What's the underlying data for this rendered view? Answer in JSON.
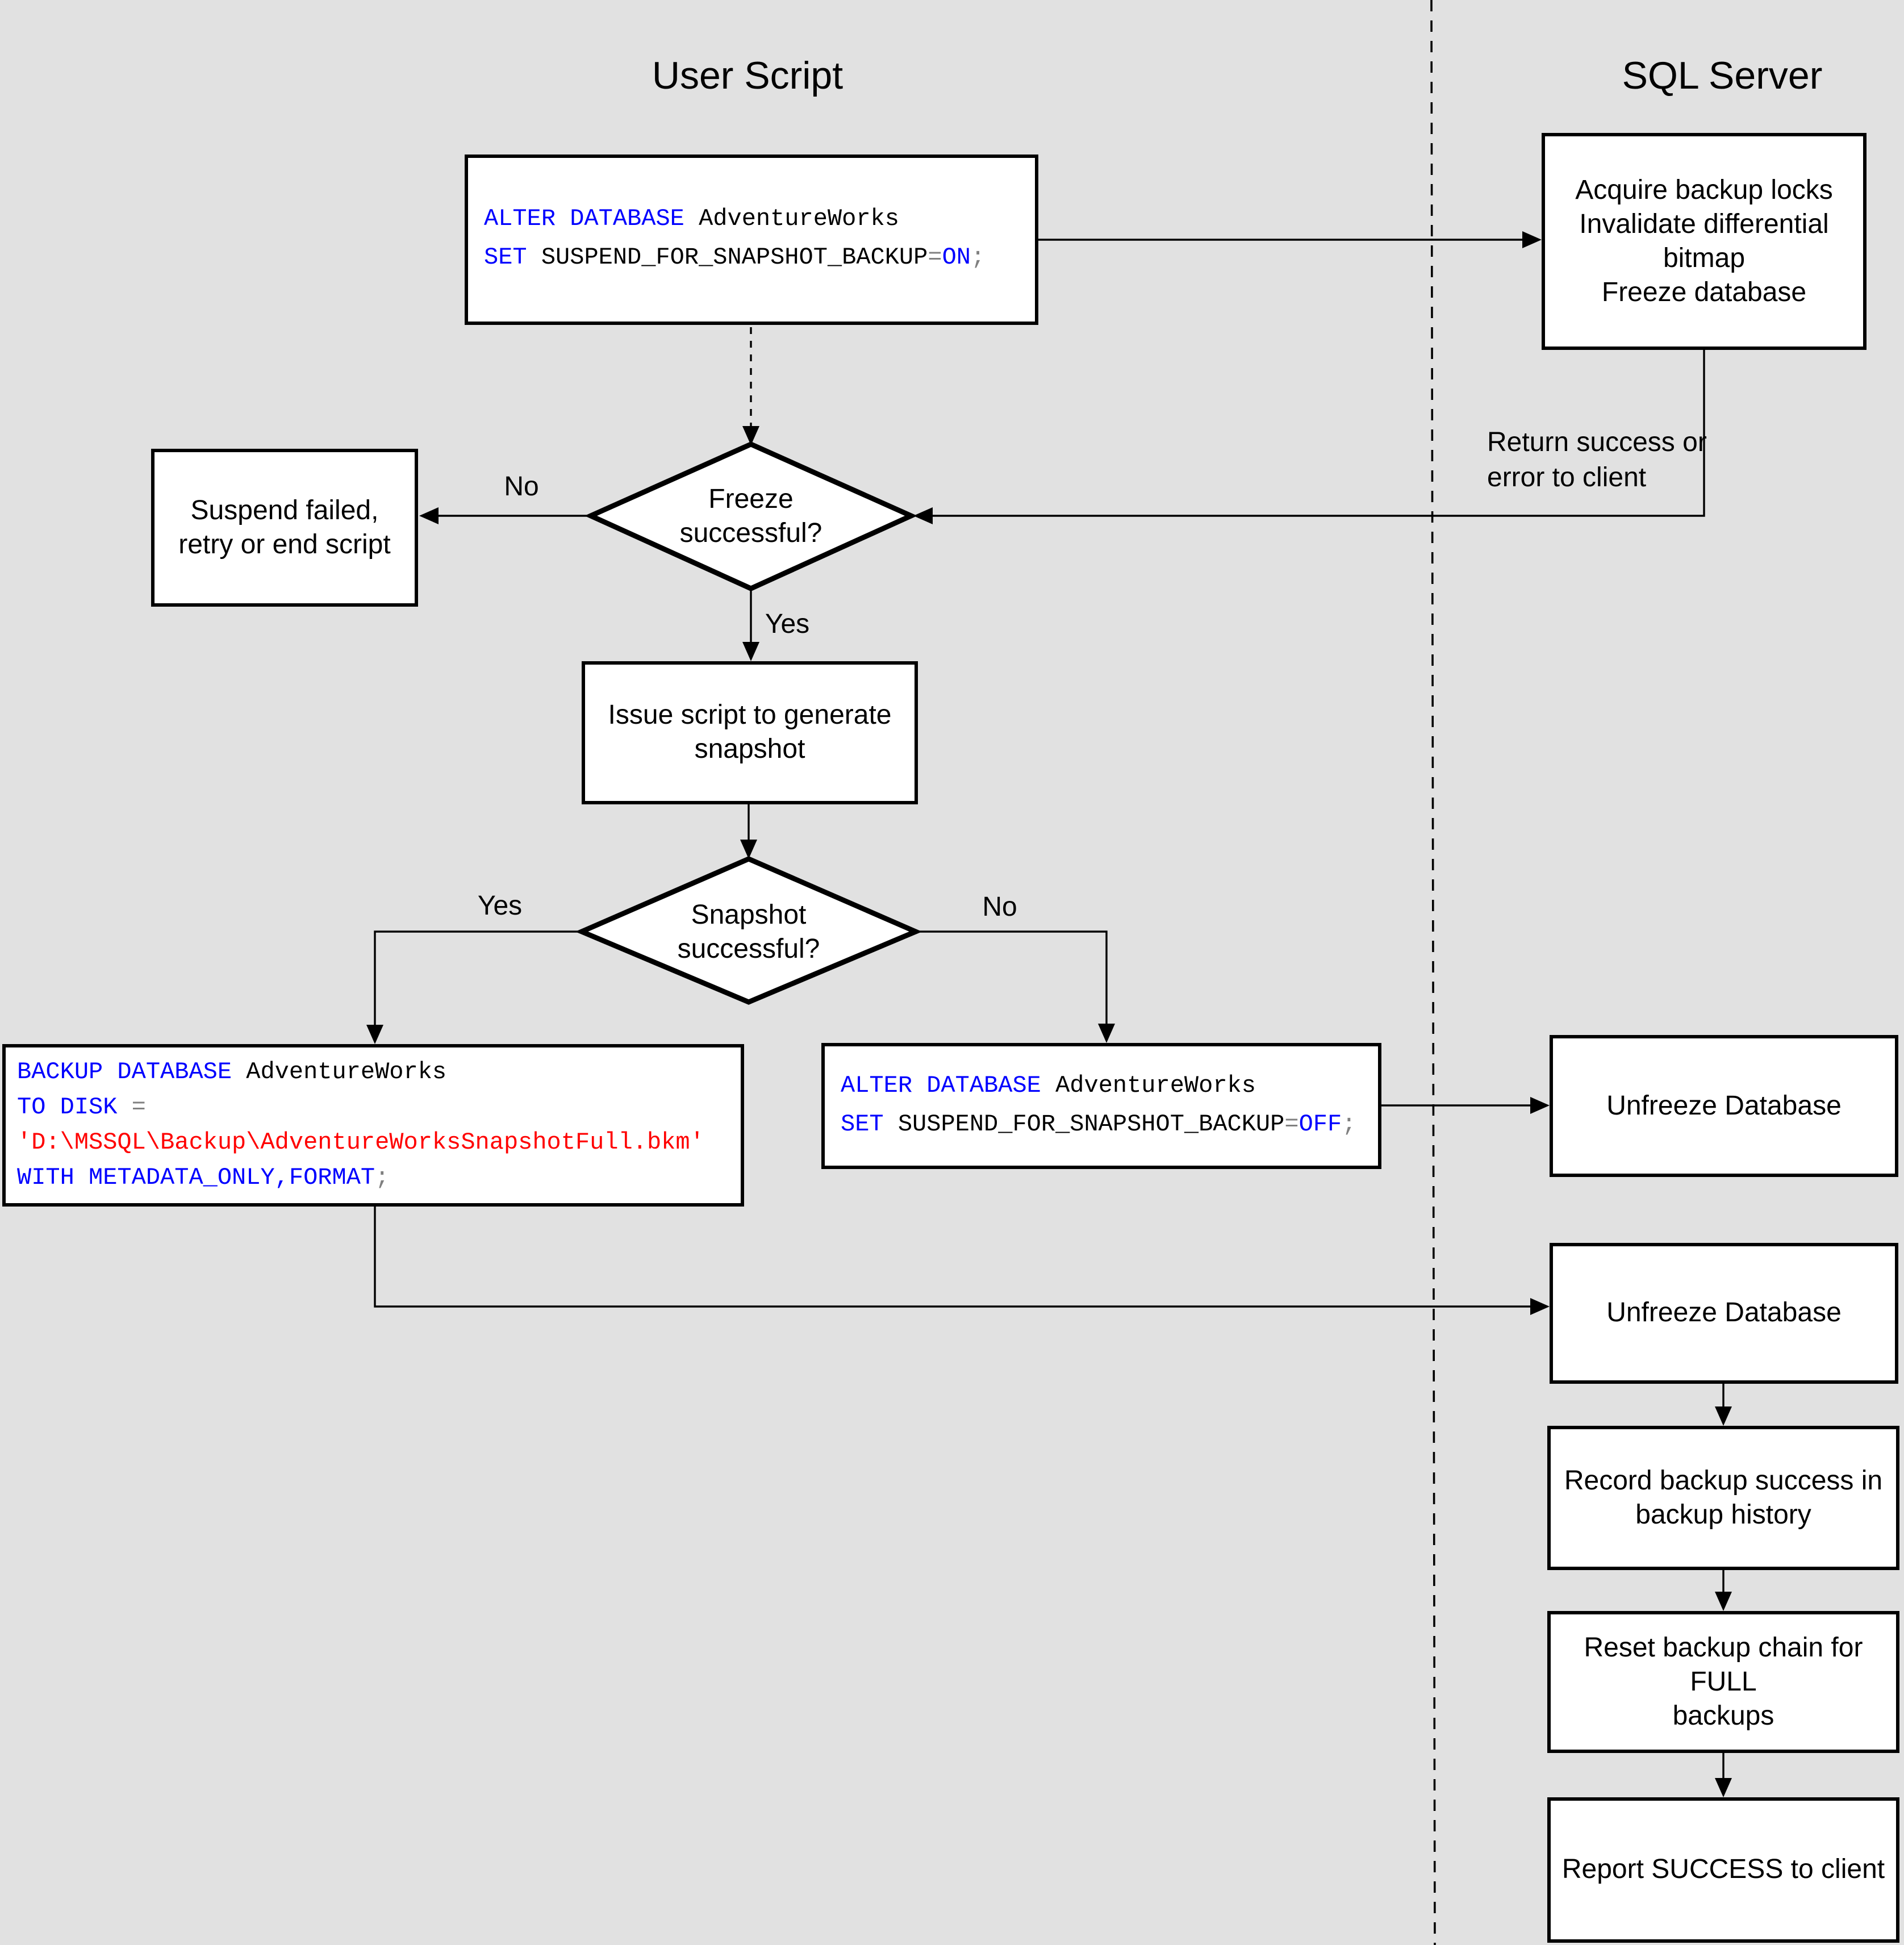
{
  "lanes": {
    "left_title": "User Script",
    "right_title": "SQL Server"
  },
  "nodes": {
    "alter_on": {
      "kw1": "ALTER DATABASE",
      "id1": " AdventureWorks",
      "kw2": "SET",
      "id2": " SUSPEND_FOR_SNAPSHOT_BACKUP",
      "op_eq": "=",
      "kw3": "ON",
      "semi": ";"
    },
    "acquire": {
      "lines": [
        "Acquire backup locks",
        "Invalidate differential",
        "bitmap",
        "Freeze database"
      ]
    },
    "return_note": {
      "lines": [
        "Return success or",
        "error to client"
      ]
    },
    "freeze_decision": {
      "lines": [
        "Freeze",
        "successful?"
      ]
    },
    "suspend_failed": {
      "lines": [
        "Suspend failed,",
        "retry or end script"
      ]
    },
    "issue_script": {
      "lines": [
        "Issue script to generate",
        "snapshot"
      ]
    },
    "snapshot_decision": {
      "lines": [
        "Snapshot",
        "successful?"
      ]
    },
    "backup": {
      "kw1": "BACKUP DATABASE",
      "id1": " AdventureWorks",
      "kw2": "TO DISK",
      "op_eq": " =",
      "str1": "'D:\\MSSQL\\Backup\\AdventureWorksSnapshotFull.bkm'",
      "kw3": "WITH METADATA_ONLY,FORMAT",
      "semi": ";"
    },
    "alter_off": {
      "kw1": "ALTER DATABASE",
      "id1": " AdventureWorks",
      "kw2": "SET",
      "id2": " SUSPEND_FOR_SNAPSHOT_BACKUP",
      "op_eq": "=",
      "kw3": "OFF",
      "semi": ";"
    },
    "unfreeze1": {
      "lines": [
        "Unfreeze Database"
      ]
    },
    "unfreeze2": {
      "lines": [
        "Unfreeze Database"
      ]
    },
    "record": {
      "lines": [
        "Record backup success in",
        "backup history"
      ]
    },
    "reset": {
      "lines": [
        "Reset backup chain for FULL",
        "backups"
      ]
    },
    "report": {
      "lines": [
        "Report SUCCESS to client"
      ]
    }
  },
  "labels": {
    "freeze_no": "No",
    "freeze_yes": "Yes",
    "snapshot_yes": "Yes",
    "snapshot_no": "No"
  },
  "colors": {
    "keyword": "#0000ff",
    "string": "#ff0000",
    "operator": "#808080",
    "text": "#000000",
    "background": "#e1e1e1",
    "shape_fill": "#ffffff",
    "shape_border": "#000000"
  }
}
